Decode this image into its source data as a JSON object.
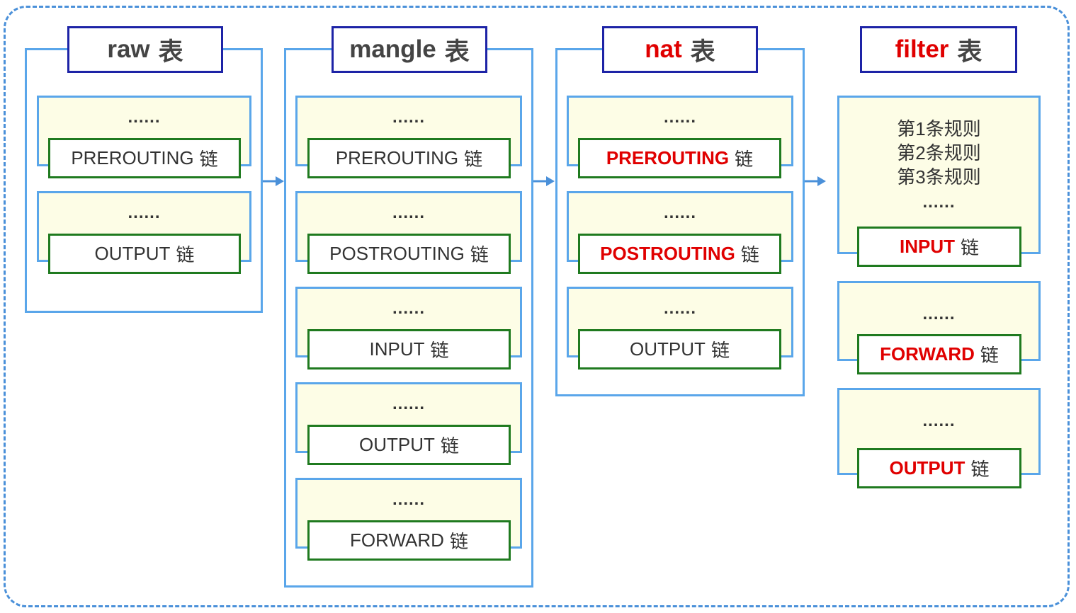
{
  "colors": {
    "table_border": "#5aa6ea",
    "title_border": "#1d23a6",
    "chain_border": "#1f7a1f",
    "panel_fill": "#fdfde6",
    "highlight": "#e00000"
  },
  "tables": [
    {
      "name": "raw",
      "suffix": "表",
      "highlight": false,
      "chains": [
        {
          "dots": "......",
          "name": "PREROUTING",
          "suffix": "链",
          "highlight": false
        },
        {
          "dots": "......",
          "name": "OUTPUT",
          "suffix": "链",
          "highlight": false
        }
      ]
    },
    {
      "name": "mangle",
      "suffix": "表",
      "highlight": false,
      "chains": [
        {
          "dots": "......",
          "name": "PREROUTING",
          "suffix": "链",
          "highlight": false
        },
        {
          "dots": "......",
          "name": "POSTROUTING",
          "suffix": "链",
          "highlight": false
        },
        {
          "dots": "......",
          "name": "INPUT",
          "suffix": "链",
          "highlight": false
        },
        {
          "dots": "......",
          "name": "OUTPUT",
          "suffix": "链",
          "highlight": false
        },
        {
          "dots": "......",
          "name": "FORWARD",
          "suffix": "链",
          "highlight": false
        }
      ]
    },
    {
      "name": "nat",
      "suffix": "表",
      "highlight": true,
      "chains": [
        {
          "dots": "......",
          "name": "PREROUTING",
          "suffix": "链",
          "highlight": true
        },
        {
          "dots": "......",
          "name": "POSTROUTING",
          "suffix": "链",
          "highlight": true
        },
        {
          "dots": "......",
          "name": "OUTPUT",
          "suffix": "链",
          "highlight": false
        }
      ]
    },
    {
      "name": "filter",
      "suffix": "表",
      "highlight": true,
      "chains": [
        {
          "rules": [
            "第1条规则",
            "第2条规则",
            "第3条规则"
          ],
          "dots": "......",
          "name": "INPUT",
          "suffix": "链",
          "highlight": true
        },
        {
          "dots": "......",
          "name": "FORWARD",
          "suffix": "链",
          "highlight": true
        },
        {
          "dots": "......",
          "name": "OUTPUT",
          "suffix": "链",
          "highlight": true
        }
      ]
    }
  ]
}
